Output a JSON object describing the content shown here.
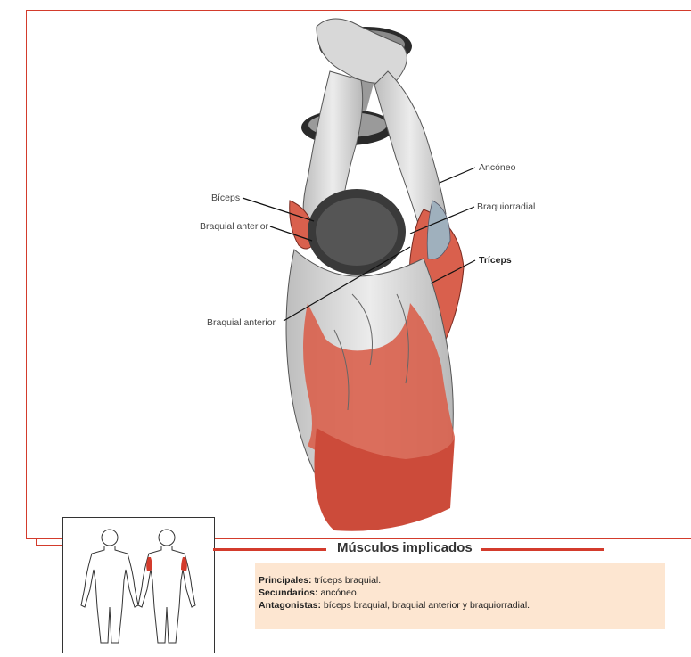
{
  "labels": {
    "biceps": "Bíceps",
    "braquial_anterior_left": "Braquial anterior",
    "braquial_anterior_bottom": "Braquial anterior",
    "ancóneo": "Ancóneo",
    "braquiorradial": "Braquiorradial",
    "triceps": "Tríceps"
  },
  "section": {
    "title": "Músculos implicados"
  },
  "info": {
    "principales_label": "Principales:",
    "principales_value": " tríceps braquial.",
    "secundarios_label": "Secundarios:",
    "secundarios_value": " ancóneo.",
    "antagonistas_label": "Antagonistas:",
    "antagonistas_value": " bíceps braquial, braquial anterior y braquiorradial."
  },
  "colors": {
    "accent": "#d33b2c",
    "muscle": "#d9604d",
    "info_bg": "#fde6d1"
  }
}
